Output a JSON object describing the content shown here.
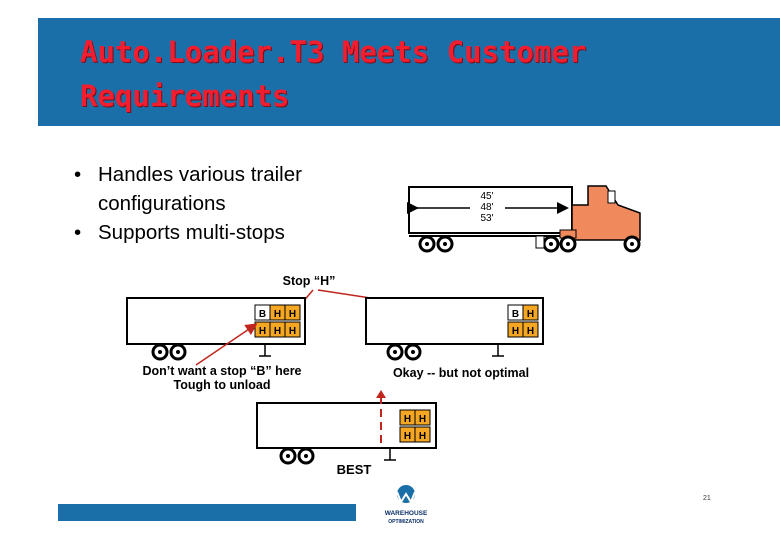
{
  "slide": {
    "title_line1": "Auto.Loader.T3 Meets Customer",
    "title_line2": "Requirements",
    "bullets": [
      {
        "line1": "Handles various trailer",
        "line2": "configurations"
      },
      {
        "line1": "Supports multi-stops",
        "line2": ""
      }
    ],
    "page_number": "21"
  },
  "trailer_lengths": [
    "45'",
    "48'",
    "53'"
  ],
  "diagram_labels": {
    "stop_h": "Stop “H”",
    "bad_line1": "Don’t want a stop “B” here",
    "bad_line2": "Tough to unload",
    "okay": "Okay -- but not optimal",
    "best": "BEST"
  },
  "pallets": {
    "h": "H",
    "b": "B"
  },
  "logo": {
    "line1": "WAREHOUSE",
    "line2": "OPTIMIZATION"
  },
  "colors": {
    "header": "#1a6fa8",
    "title": "#f21d2f",
    "pallet": "#f5a623",
    "arrow": "#c0261e",
    "cab": "#f08a5d"
  }
}
